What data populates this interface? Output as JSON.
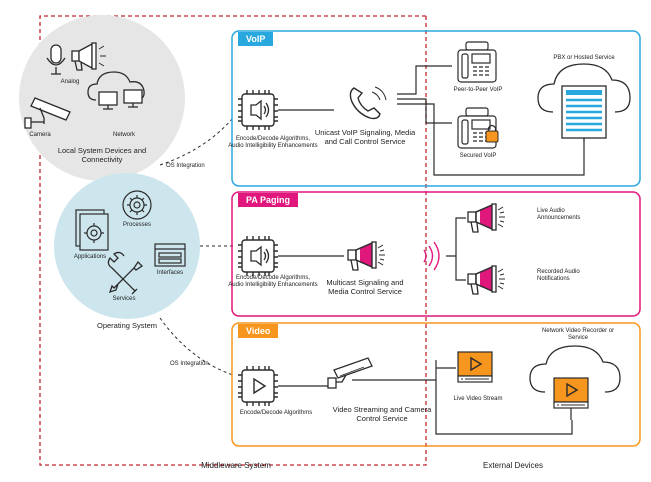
{
  "colors": {
    "voip": "#29a8df",
    "paging": "#e0177d",
    "video": "#f6961e",
    "middleware_border": "#c1272d",
    "local_circle": "#e6e6e6",
    "os_circle": "#cde6ee",
    "icon_stroke": "#2b2b2b"
  },
  "local": {
    "analog": "Analog",
    "camera": "Camera",
    "network": "Network",
    "title": "Local System Devices and Connectivity"
  },
  "os": {
    "applications": "Applications",
    "processes": "Processes",
    "interfaces": "Interfaces",
    "services": "Services",
    "title": "Operating System",
    "integration_top": "OS Integration",
    "integration_bottom": "OS Integration"
  },
  "voip": {
    "tab": "VoIP",
    "encode": "Encode/Decode Algorithms, Audio Intelligibility Enhancements",
    "service": "Unicast VoIP Signaling, Media and Call Control Service",
    "peer": "Peer-to-Peer VoIP",
    "secured": "Secured VoIP",
    "pbx": "PBX or Hosted Service"
  },
  "paging": {
    "tab": "PA Paging",
    "encode": "Encode/Decode Algorithms, Audio Intelligibility Enhancements",
    "service": "Multicast Signaling and Media Control Service",
    "live": "Live Audio Announcements",
    "recorded": "Recorded Audio Notifications"
  },
  "video": {
    "tab": "Video",
    "encode": "Encode/Decode Algorithms",
    "service": "Video Streaming and Camera Control Service",
    "stream": "Live Video Stream",
    "recorder": "Network Video Recorder or Service"
  },
  "footer": {
    "middleware": "Middleware System",
    "external": "External Devices"
  }
}
